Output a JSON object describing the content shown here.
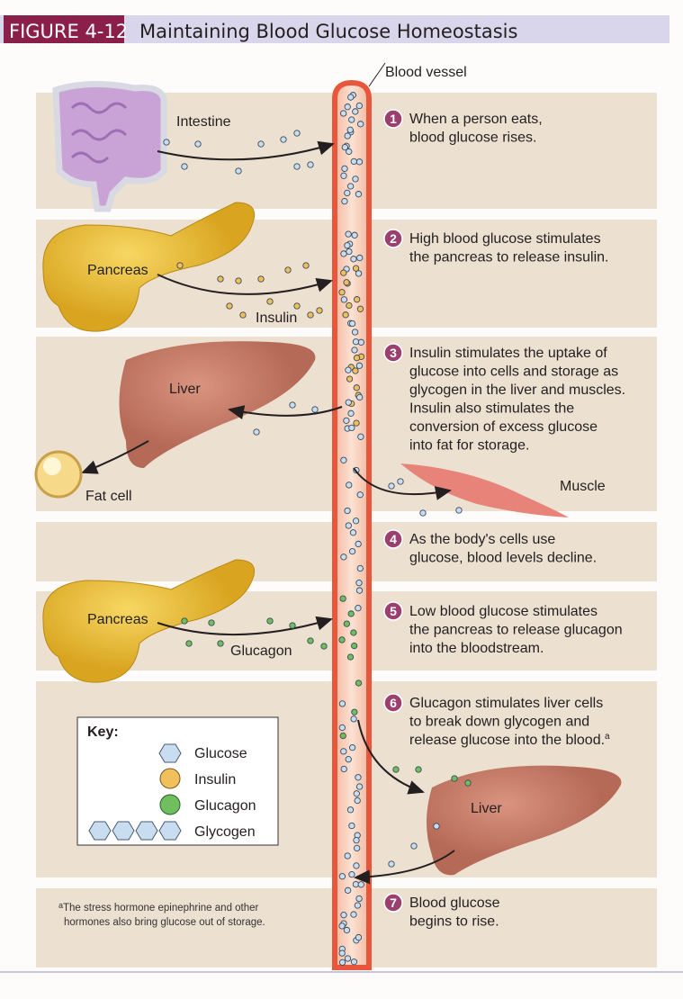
{
  "header": {
    "figure_label": "FIGURE 4-12",
    "title": "Maintaining Blood Glucose Homeostasis"
  },
  "labels": {
    "blood_vessel": "Blood vessel",
    "intestine": "Intestine",
    "pancreas": "Pancreas",
    "insulin": "Insulin",
    "liver": "Liver",
    "fat_cell": "Fat cell",
    "muscle": "Muscle",
    "glucagon": "Glucagon"
  },
  "steps": [
    {
      "num": "1",
      "lines": [
        "When a person eats,",
        "blood glucose rises."
      ]
    },
    {
      "num": "2",
      "lines": [
        "High blood glucose stimulates",
        "the pancreas to release insulin."
      ]
    },
    {
      "num": "3",
      "lines": [
        "Insulin stimulates the uptake of",
        "glucose into cells and storage as",
        "glycogen in the liver and muscles.",
        "Insulin also stimulates the",
        "conversion of excess glucose",
        "into fat for storage."
      ]
    },
    {
      "num": "4",
      "lines": [
        "As the body's cells use",
        "glucose, blood levels decline."
      ]
    },
    {
      "num": "5",
      "lines": [
        "Low blood glucose stimulates",
        "the pancreas to release glucagon",
        "into the bloodstream."
      ]
    },
    {
      "num": "6",
      "lines": [
        "Glucagon stimulates liver cells",
        "to break down glycogen and",
        "release glucose into the blood."
      ],
      "superscript": "a"
    },
    {
      "num": "7",
      "lines": [
        "Blood glucose",
        "begins to rise."
      ]
    }
  ],
  "key": {
    "title": "Key:",
    "items": [
      "Glucose",
      "Insulin",
      "Glucagon",
      "Glycogen"
    ]
  },
  "footnote": {
    "marker": "a",
    "lines": [
      "The stress hormone epinephrine and other",
      "hormones also bring glucose out of storage."
    ]
  },
  "colors": {
    "header_bar": "#8a1f4a",
    "title_bar": "#d9d6ec",
    "band": "#ece0d0",
    "vessel": "#e8573c",
    "step_badge": "#9b3f6e",
    "glucose": "#c9ddf0",
    "insulin": "#f2c05a",
    "glucagon": "#6fbf5e"
  }
}
